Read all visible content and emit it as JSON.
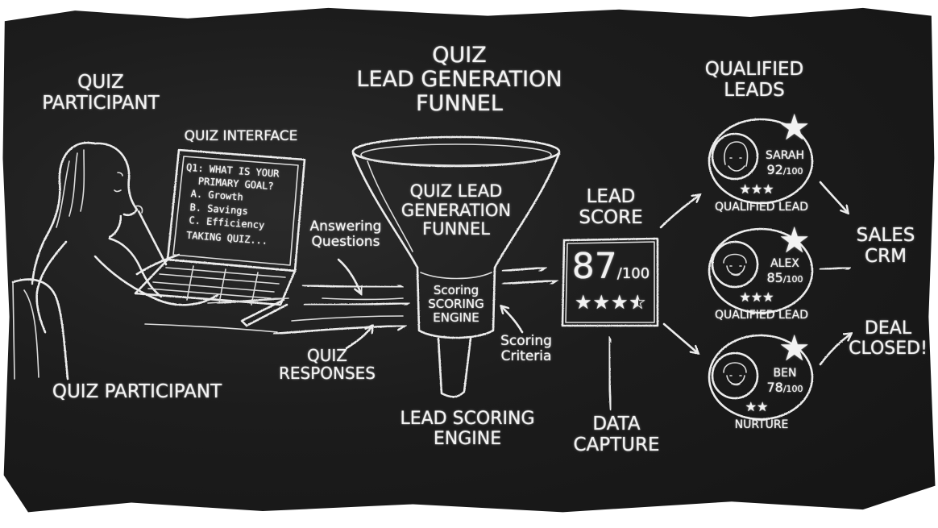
{
  "title": {
    "line1": "QUIZ",
    "line2": "LEAD GENERATION",
    "line3": "FUNNEL"
  },
  "participant": {
    "heading_line1": "QUIZ",
    "heading_line2": "PARTICIPANT",
    "footer_label": "QUIZ PARTICIPANT"
  },
  "quiz_interface": {
    "label": "QUIZ INTERFACE",
    "question_line1": "Q1: WHAT IS YOUR",
    "question_line2": "PRIMARY GOAL?",
    "options": [
      "A. Growth",
      "B. Savings",
      "C. Efficiency"
    ],
    "status": "TAKING QUIZ..."
  },
  "inputs": {
    "answering_line1": "Answering",
    "answering_line2": "Questions",
    "responses_line1": "QUIZ",
    "responses_line2": "RESPONSES"
  },
  "funnel": {
    "line1": "QUIZ LEAD",
    "line2": "GENERATION",
    "line3": "FUNNEL",
    "engine_line1": "Scoring",
    "engine_line2": "SCORING",
    "engine_line3": "ENGINE",
    "criteria_line1": "Scoring",
    "criteria_line2": "Criteria",
    "footer_line1": "LEAD SCORING",
    "footer_line2": "ENGINE"
  },
  "lead_score": {
    "label_line1": "LEAD",
    "label_line2": "SCORE",
    "value": "87",
    "max": "/100",
    "stars": 3.5,
    "data_capture_line1": "DATA",
    "data_capture_line2": "CAPTURE"
  },
  "qualified": {
    "heading_line1": "QUALIFIED",
    "heading_line2": "LEADS",
    "leads": [
      {
        "name": "SARAH",
        "score": "92",
        "max": "/100",
        "stars": "★★★",
        "status": "QUALIFIED LEAD"
      },
      {
        "name": "ALEX",
        "score": "85",
        "max": "/100",
        "stars": "★★★",
        "status": "QUALIFIED LEAD"
      },
      {
        "name": "BEN",
        "score": "78",
        "max": "/100",
        "stars": "★★",
        "status": "NURTURE"
      }
    ]
  },
  "outcome": {
    "crm_line1": "SALES",
    "crm_line2": "CRM",
    "deal_line1": "DEAL",
    "deal_line2": "CLOSED!"
  },
  "colors": {
    "board": "#1c1c1c",
    "chalk": "#f2f2f2",
    "frame": "#ffffff"
  }
}
